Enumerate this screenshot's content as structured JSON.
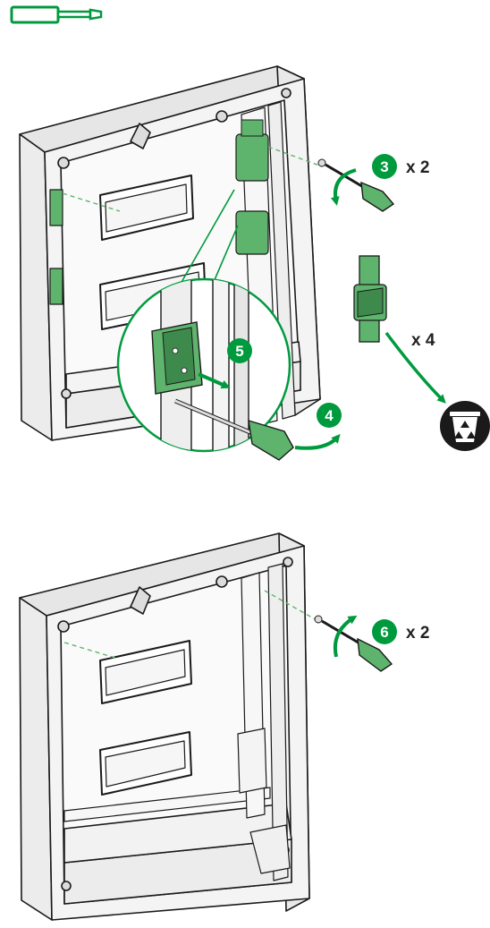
{
  "colors": {
    "accent": "#009a3e",
    "part_green": "#5fb46d",
    "part_green_dark": "#3e8a4d",
    "outline": "#1a1a1a",
    "enclosure_fill": "#f2f2f2",
    "panel_fill": "#fafafa",
    "recycle_badge": "#1a1a1a"
  },
  "icons": {
    "header_tool": "screwdriver-icon",
    "recycle": "recycle-bin-icon"
  },
  "steps": {
    "s3": {
      "number": "3",
      "multiplier": "x 2"
    },
    "s4": {
      "number": "4"
    },
    "s5": {
      "number": "5"
    },
    "s6": {
      "number": "6",
      "multiplier": "x 2"
    }
  },
  "parts_removed": {
    "multiplier": "x 4"
  }
}
